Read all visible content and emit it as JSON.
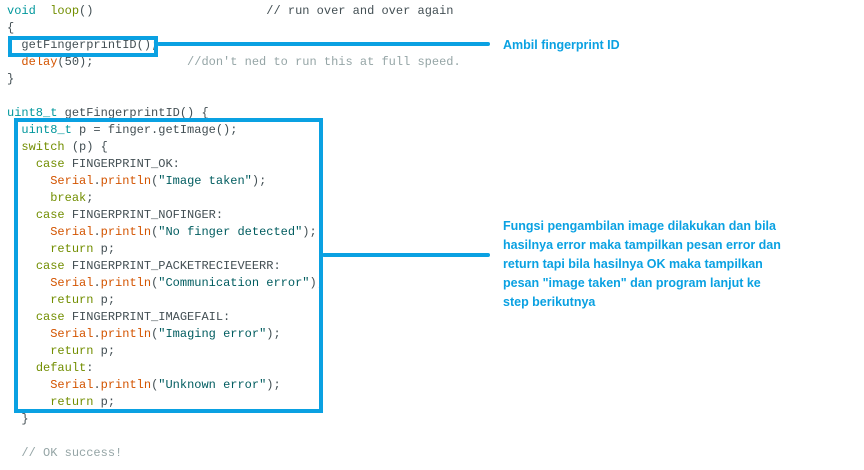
{
  "code_lines": [
    {
      "parts": [
        [
          "kw",
          "void"
        ],
        [
          "",
          "  "
        ],
        [
          "kw2",
          "loop"
        ],
        [
          "",
          "()                        // run over and over again"
        ]
      ]
    },
    {
      "parts": [
        [
          "",
          "{"
        ]
      ]
    },
    {
      "parts": [
        [
          "",
          "  getFingerprintID();"
        ]
      ]
    },
    {
      "parts": [
        [
          "",
          "  "
        ],
        [
          "fn",
          "delay"
        ],
        [
          "",
          "(50);             "
        ],
        [
          "cm",
          "//don't ned to run this at full speed."
        ]
      ]
    },
    {
      "parts": [
        [
          "",
          "}"
        ]
      ]
    },
    {
      "parts": [
        [
          "",
          ""
        ]
      ]
    },
    {
      "parts": [
        [
          "kw",
          "uint8_t"
        ],
        [
          "",
          " getFingerprintID() {"
        ]
      ]
    },
    {
      "parts": [
        [
          "",
          "  "
        ],
        [
          "kw",
          "uint8_t"
        ],
        [
          "",
          " p = finger.getImage();"
        ]
      ]
    },
    {
      "parts": [
        [
          "",
          "  "
        ],
        [
          "kw2",
          "switch"
        ],
        [
          "",
          " (p) {"
        ]
      ]
    },
    {
      "parts": [
        [
          "",
          "    "
        ],
        [
          "kw2",
          "case"
        ],
        [
          "",
          " FINGERPRINT_OK:"
        ]
      ]
    },
    {
      "parts": [
        [
          "",
          "      "
        ],
        [
          "fn",
          "Serial"
        ],
        [
          "",
          "."
        ],
        [
          "fn",
          "println"
        ],
        [
          "",
          "("
        ],
        [
          "str",
          "\"Image taken\""
        ],
        [
          "",
          ");"
        ]
      ]
    },
    {
      "parts": [
        [
          "",
          "      "
        ],
        [
          "kw2",
          "break"
        ],
        [
          "",
          ";"
        ]
      ]
    },
    {
      "parts": [
        [
          "",
          "    "
        ],
        [
          "kw2",
          "case"
        ],
        [
          "",
          " FINGERPRINT_NOFINGER:"
        ]
      ]
    },
    {
      "parts": [
        [
          "",
          "      "
        ],
        [
          "fn",
          "Serial"
        ],
        [
          "",
          "."
        ],
        [
          "fn",
          "println"
        ],
        [
          "",
          "("
        ],
        [
          "str",
          "\"No finger detected\""
        ],
        [
          "",
          ");"
        ]
      ]
    },
    {
      "parts": [
        [
          "",
          "      "
        ],
        [
          "kw2",
          "return"
        ],
        [
          "",
          " p;"
        ]
      ]
    },
    {
      "parts": [
        [
          "",
          "    "
        ],
        [
          "kw2",
          "case"
        ],
        [
          "",
          " FINGERPRINT_PACKETRECIEVEERR:"
        ]
      ]
    },
    {
      "parts": [
        [
          "",
          "      "
        ],
        [
          "fn",
          "Serial"
        ],
        [
          "",
          "."
        ],
        [
          "fn",
          "println"
        ],
        [
          "",
          "("
        ],
        [
          "str",
          "\"Communication error\""
        ],
        [
          "",
          ");"
        ]
      ]
    },
    {
      "parts": [
        [
          "",
          "      "
        ],
        [
          "kw2",
          "return"
        ],
        [
          "",
          " p;"
        ]
      ]
    },
    {
      "parts": [
        [
          "",
          "    "
        ],
        [
          "kw2",
          "case"
        ],
        [
          "",
          " FINGERPRINT_IMAGEFAIL:"
        ]
      ]
    },
    {
      "parts": [
        [
          "",
          "      "
        ],
        [
          "fn",
          "Serial"
        ],
        [
          "",
          "."
        ],
        [
          "fn",
          "println"
        ],
        [
          "",
          "("
        ],
        [
          "str",
          "\"Imaging error\""
        ],
        [
          "",
          ");"
        ]
      ]
    },
    {
      "parts": [
        [
          "",
          "      "
        ],
        [
          "kw2",
          "return"
        ],
        [
          "",
          " p;"
        ]
      ]
    },
    {
      "parts": [
        [
          "",
          "    "
        ],
        [
          "kw2",
          "default"
        ],
        [
          "",
          ":"
        ]
      ]
    },
    {
      "parts": [
        [
          "",
          "      "
        ],
        [
          "fn",
          "Serial"
        ],
        [
          "",
          "."
        ],
        [
          "fn",
          "println"
        ],
        [
          "",
          "("
        ],
        [
          "str",
          "\"Unknown error\""
        ],
        [
          "",
          ");"
        ]
      ]
    },
    {
      "parts": [
        [
          "",
          "      "
        ],
        [
          "kw2",
          "return"
        ],
        [
          "",
          " p;"
        ]
      ]
    },
    {
      "parts": [
        [
          "",
          "  }"
        ]
      ]
    },
    {
      "parts": [
        [
          "",
          ""
        ]
      ]
    },
    {
      "parts": [
        [
          "",
          "  "
        ],
        [
          "cm",
          "// OK success!"
        ]
      ]
    }
  ],
  "annotations": {
    "note1": "Ambil fingerprint ID",
    "note2_lines": [
      "Fungsi pengambilan image dilakukan dan bila",
      "hasilnya error maka tampilkan pesan error dan",
      "return tapi bila hasilnya OK maka tampilkan",
      "pesan \"image taken\" dan program lanjut ke",
      "step berikutnya"
    ]
  },
  "colors": {
    "accent": "#0aa1e2"
  }
}
